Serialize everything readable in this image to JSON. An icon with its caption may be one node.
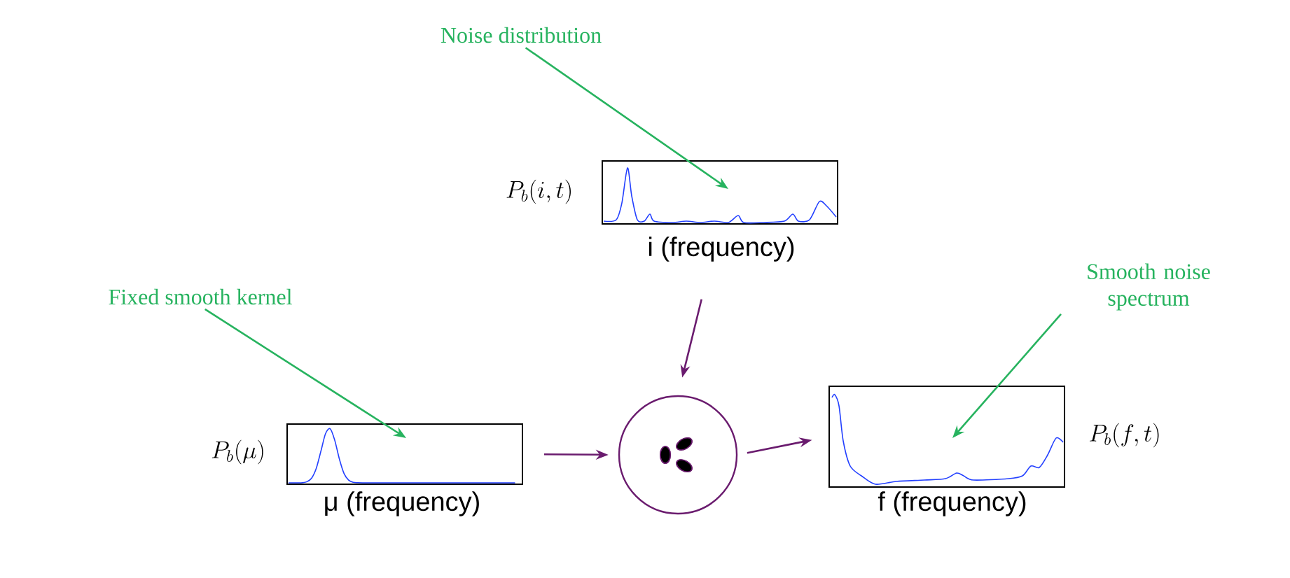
{
  "diagram": {
    "nodes": [
      {
        "text": [
          "Noise distribution"
        ]
      },
      {
        "text": [
          "i (frequency)"
        ],
        "beside": [
          "P_b(i,t)"
        ]
      },
      {
        "text": [
          "Fixed smooth kernel"
        ]
      },
      {
        "text": [
          "μ (frequency)"
        ],
        "beside": [
          "P_b(\\mu)"
        ]
      },
      {
        "text": [],
        "shape": "circle"
      },
      {
        "text": [
          "Smooth noise spectrum"
        ]
      },
      {
        "text": [
          "f (frequency)"
        ],
        "beside": [
          "P_b(f,t)"
        ]
      }
    ],
    "edges": [
      {
        "from": 0,
        "to": 1,
        "arrow": "to",
        "color": "#27b35f"
      },
      {
        "from": 2,
        "to": 3,
        "arrow": "to",
        "color": "#27b35f"
      },
      {
        "from": 5,
        "to": 6,
        "arrow": "to",
        "color": "#27b35f"
      },
      {
        "from": 1,
        "to": 4,
        "arrow": "to",
        "color": "#6a1b6e"
      },
      {
        "from": 3,
        "to": 4,
        "arrow": "to",
        "color": "#6a1b6e"
      },
      {
        "from": 4,
        "to": 6,
        "arrow": "to",
        "color": "#6a1b6e"
      }
    ]
  }
}
